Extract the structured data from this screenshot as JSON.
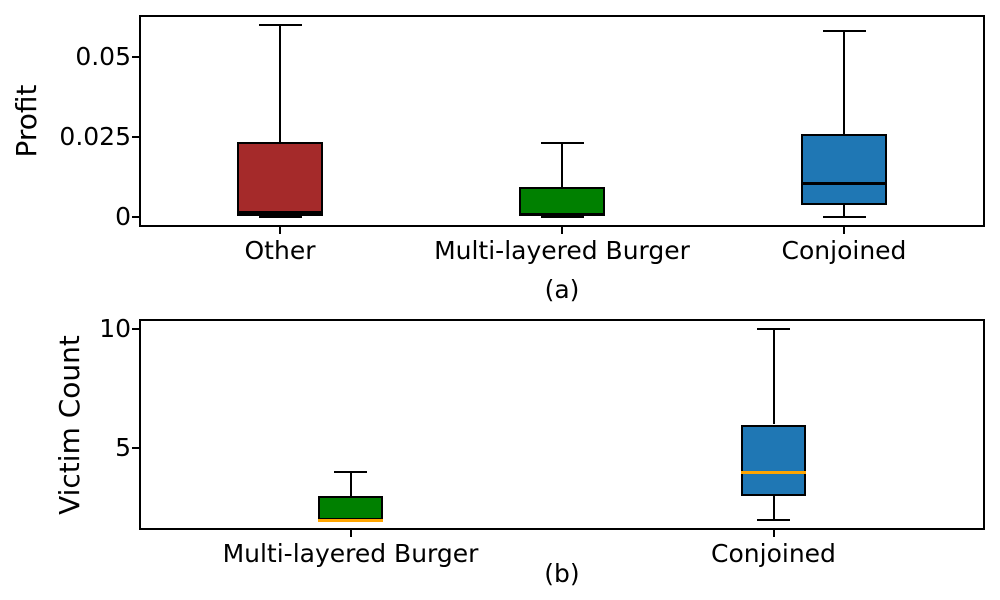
{
  "figure": {
    "background": "#ffffff",
    "text_color": "#000000",
    "spine_color": "#000000"
  },
  "chart_data": [
    {
      "type": "boxplot",
      "caption": "(a)",
      "ylabel": "Profit",
      "ylim": [
        -0.003,
        0.063
      ],
      "yticks": [
        {
          "value": 0,
          "label": "0"
        },
        {
          "value": 0.025,
          "label": "0.025"
        },
        {
          "value": 0.05,
          "label": "0.05"
        }
      ],
      "xlim": [
        0.5,
        3.5
      ],
      "categories": [
        "Other",
        "Multi-layered Burger",
        "Conjoined"
      ],
      "grid": false,
      "legend": null,
      "series": [
        {
          "name": "Other",
          "color": "#a52a2a",
          "median_color": "#000000",
          "whislo": 0.0,
          "q1": 0.0005,
          "med": 0.0015,
          "q3": 0.0235,
          "whishi": 0.06
        },
        {
          "name": "Multi-layered Burger",
          "color": "#008000",
          "median_color": "#000000",
          "whislo": 0.0,
          "q1": 0.0005,
          "med": 0.001,
          "q3": 0.0095,
          "whishi": 0.023
        },
        {
          "name": "Conjoined",
          "color": "#1f77b4",
          "median_color": "#000000",
          "whislo": 0.0,
          "q1": 0.004,
          "med": 0.0105,
          "q3": 0.026,
          "whishi": 0.058
        }
      ]
    },
    {
      "type": "boxplot",
      "caption": "(b)",
      "ylabel": "Victim Count",
      "ylim": [
        1.6,
        10.4
      ],
      "yticks": [
        {
          "value": 5,
          "label": "5"
        },
        {
          "value": 10,
          "label": "10"
        }
      ],
      "xlim": [
        0.5,
        2.5
      ],
      "categories": [
        "Multi-layered Burger",
        "Conjoined"
      ],
      "grid": false,
      "legend": null,
      "series": [
        {
          "name": "Multi-layered Burger",
          "color": "#008000",
          "median_color": "#ffa500",
          "whislo": 2,
          "q1": 2,
          "med": 2,
          "q3": 3,
          "whishi": 4
        },
        {
          "name": "Conjoined",
          "color": "#1f77b4",
          "median_color": "#ffa500",
          "whislo": 2,
          "q1": 3,
          "med": 4,
          "q3": 6,
          "whishi": 10
        }
      ]
    }
  ]
}
